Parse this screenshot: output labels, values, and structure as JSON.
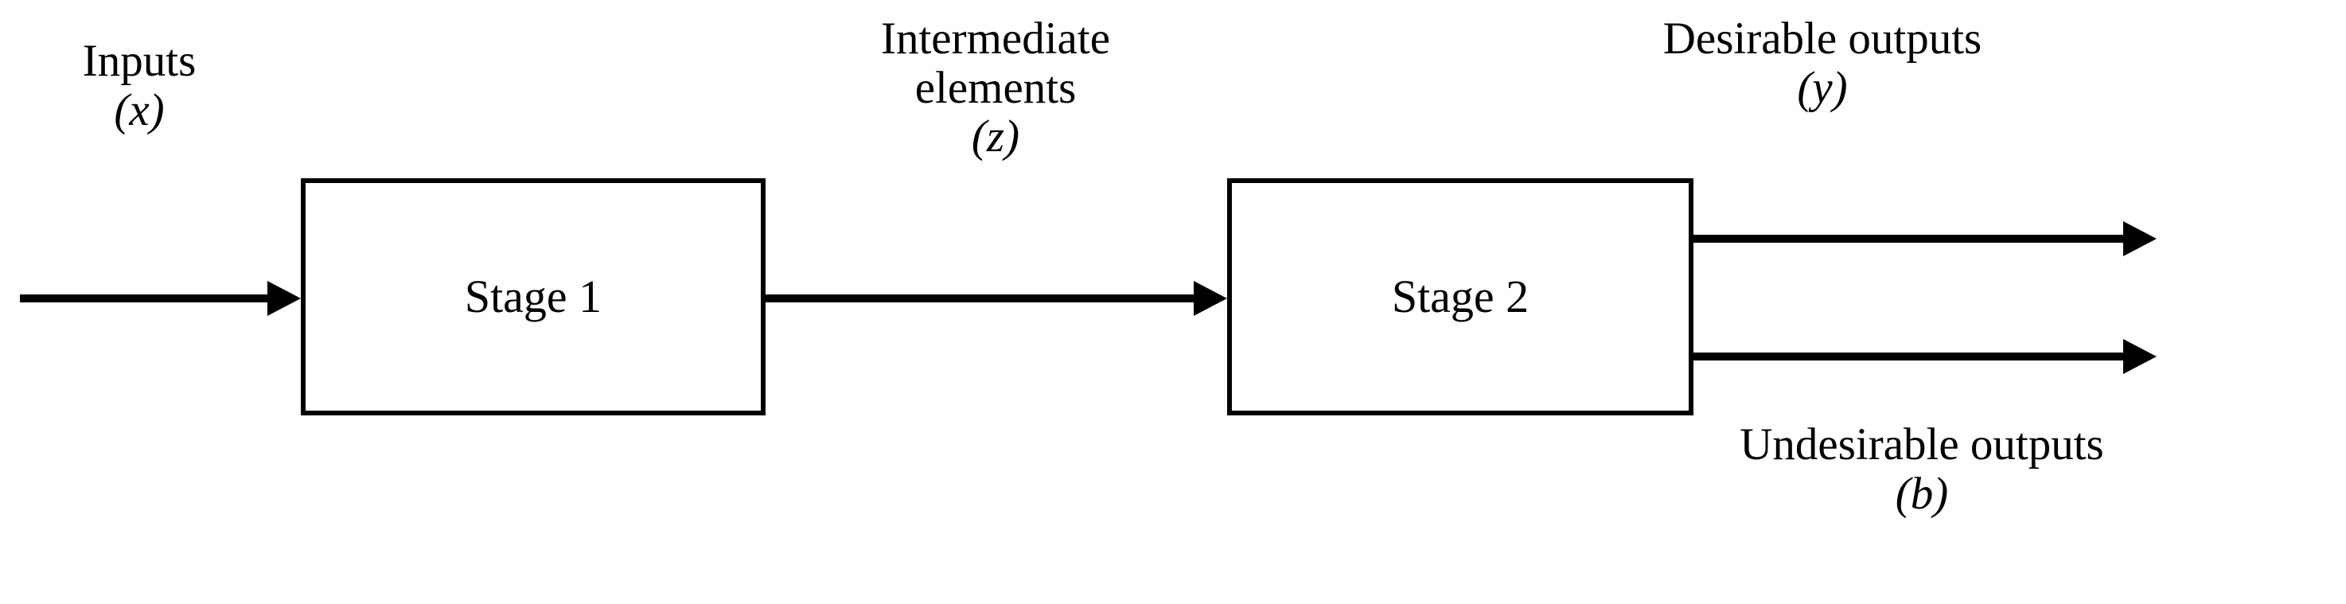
{
  "diagram": {
    "type": "two-stage-process-flow",
    "background_color": "#ffffff",
    "line_color": "#000000",
    "stages": [
      {
        "id": "stage1",
        "label": "Stage 1"
      },
      {
        "id": "stage2",
        "label": "Stage 2"
      }
    ],
    "flows": [
      {
        "id": "inputs",
        "name": "Inputs",
        "lines": [
          "Inputs"
        ],
        "variable": "(x)",
        "variable_symbol": "x",
        "direction": "into-stage-1"
      },
      {
        "id": "intermediate",
        "name": "Intermediate elements",
        "lines": [
          "Intermediate",
          "elements"
        ],
        "variable": "(z)",
        "variable_symbol": "z",
        "direction": "stage-1-to-stage-2"
      },
      {
        "id": "desirable",
        "name": "Desirable outputs",
        "lines": [
          "Desirable outputs"
        ],
        "variable": "(y)",
        "variable_symbol": "y",
        "direction": "out-of-stage-2"
      },
      {
        "id": "undesirable",
        "name": "Undesirable outputs",
        "lines": [
          "Undesirable outputs"
        ],
        "variable": "(b)",
        "variable_symbol": "b",
        "direction": "out-of-stage-2"
      }
    ],
    "arrows": [
      {
        "id": "arrow-input",
        "from": "inputs",
        "to": "stage1",
        "head": "right"
      },
      {
        "id": "arrow-middle",
        "from": "stage1",
        "to": "stage2",
        "head": "right"
      },
      {
        "id": "arrow-desirable",
        "from": "stage2",
        "to": "desirable",
        "head": "right"
      },
      {
        "id": "arrow-undesirable",
        "from": "stage2",
        "to": "undesirable",
        "head": "right"
      }
    ]
  }
}
